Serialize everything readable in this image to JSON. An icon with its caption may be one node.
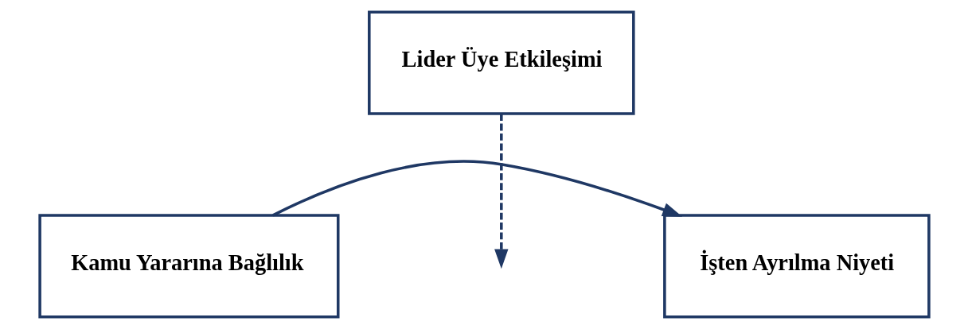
{
  "diagram": {
    "nodes": [
      {
        "text": [
          "Lider Üye Etkileşimi"
        ]
      },
      {
        "text": [
          "Kamu Yararına Bağlılık"
        ]
      },
      {
        "text": [
          "İşten Ayrılma Niyeti"
        ]
      }
    ],
    "edges": [
      {
        "from": 0,
        "to": null,
        "arrow": "to",
        "style": "dashed"
      },
      {
        "from": 1,
        "to": 2,
        "arrow": "to"
      }
    ]
  }
}
